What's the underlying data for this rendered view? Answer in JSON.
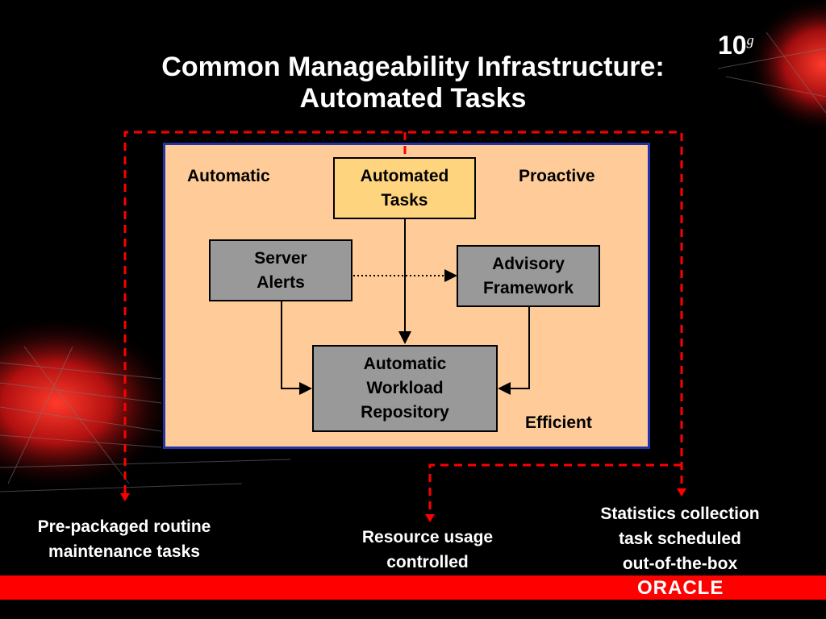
{
  "title": {
    "line1": "Common Manageability Infrastructure:",
    "line2": "Automated Tasks"
  },
  "logo": {
    "version": "10",
    "suffix": "g",
    "brand": "ORACLE"
  },
  "diagram": {
    "corner_labels": {
      "top_left": "Automatic",
      "top_right": "Proactive",
      "bottom_right": "Efficient"
    },
    "boxes": {
      "automated_tasks": [
        "Automated",
        "Tasks"
      ],
      "server_alerts": [
        "Server",
        "Alerts"
      ],
      "advisory_framework": [
        "Advisory",
        "Framework"
      ],
      "awr": [
        "Automatic",
        "Workload",
        "Repository"
      ]
    }
  },
  "captions": {
    "left": [
      "Pre-packaged routine",
      "maintenance tasks"
    ],
    "middle": [
      "Resource usage",
      "controlled"
    ],
    "right": [
      "Statistics collection",
      "task scheduled",
      "out-of-the-box"
    ]
  },
  "colors": {
    "panel": "#ffcc99",
    "panel_border": "#2233aa",
    "gray_box": "#999999",
    "highlight_box": "#ffd47f",
    "dashed": "#ff0000",
    "footer": "#ff0000"
  }
}
